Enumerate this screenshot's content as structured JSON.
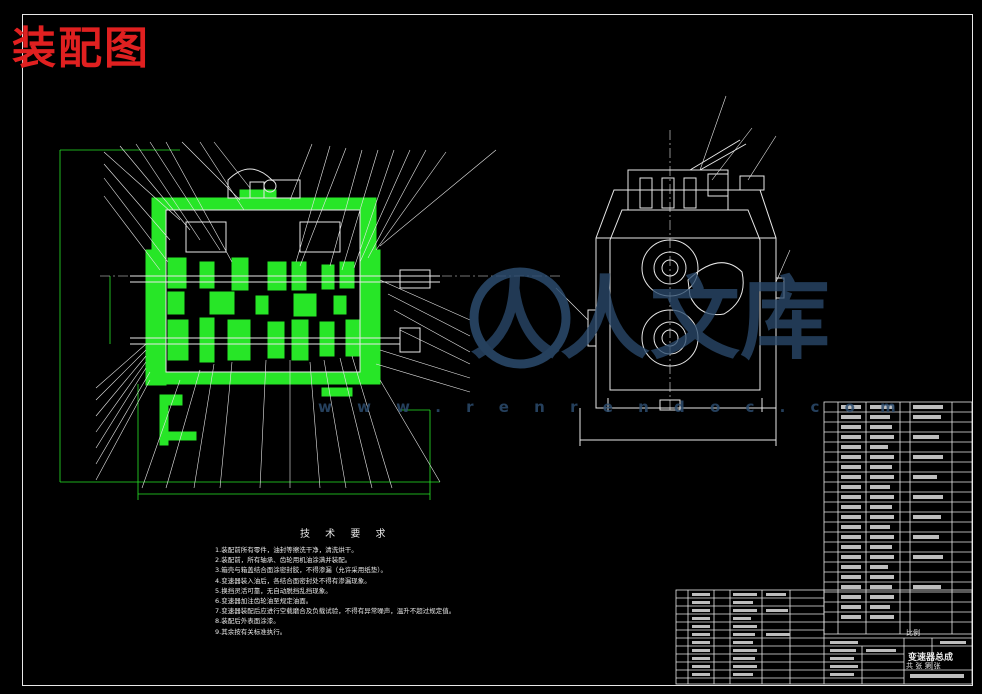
{
  "drawing_title": "装配图",
  "watermark": {
    "text": "人人文库",
    "url": "w w w . r e n r e n d o c . c o m"
  },
  "technical_requirements": {
    "title": "技 术 要 求",
    "items": [
      "1.装配前所有零件，油封等擦洗干净，清洗烘干。",
      "2.装配前，所有轴承、齿轮用机油涂满并装配。",
      "3.箱壳与箱盖结合面涂密封胶，不得渗漏（允许采用纸垫）。",
      "4.变速器装入油后，各结合面密封处不得有渗漏现象。",
      "5.换挡灵活可靠，无自动脱挡乱挡现象。",
      "6.变速器加注齿轮油至规定油面。",
      "7.变速器装配后应进行空载磨合及负载试验，不得有异常噪声，温升不超过规定值。",
      "8.装配后外表面涂漆。",
      "9.其余按有关标准执行。"
    ]
  },
  "title_block": {
    "name": "变速器总成",
    "scale_label": "比例",
    "sheet_label": "共 张 第 张"
  },
  "colors": {
    "line": "#e8e8e8",
    "green_fill": "#27e627",
    "red_title": "#e02020",
    "watermark": "#2c4c6e"
  }
}
